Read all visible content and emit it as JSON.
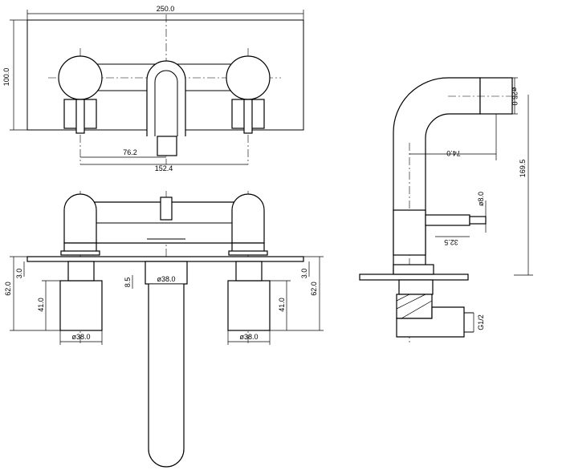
{
  "views": {
    "top": {
      "dimensions": {
        "plate_width": "250.0",
        "plate_height": "100.0",
        "spout_offset": "76.2",
        "handle_span": "152.4"
      }
    },
    "front": {
      "dimensions": {
        "left_plate_thickness": "3.0",
        "left_total_depth": "62.0",
        "left_body_depth": "41.0",
        "left_body_diameter": "ø38.0",
        "spout_offset": "8.5",
        "spout_diameter": "ø38.0",
        "right_body_diameter": "ø38.0",
        "right_plate_thickness": "3.0",
        "right_body_depth": "41.0",
        "right_total_depth": "62.0"
      }
    },
    "side": {
      "dimensions": {
        "outlet_diameter": "ø26.0",
        "reach": "74.0",
        "overall_height": "169.5",
        "handle_diameter": "ø8.0",
        "handle_offset": "32.5",
        "thread": "G1/2"
      }
    }
  }
}
